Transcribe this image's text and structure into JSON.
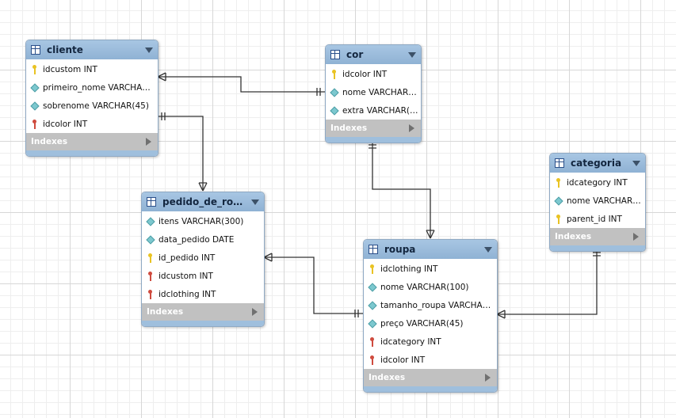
{
  "tables": [
    {
      "id": "cliente",
      "name": "cliente",
      "indexes_label": "Indexes",
      "columns": [
        {
          "key": "pk",
          "text": "idcustom INT"
        },
        {
          "key": "attr",
          "text": "primeiro_nome VARCHAR(4..."
        },
        {
          "key": "attr",
          "text": "sobrenome VARCHAR(45)"
        },
        {
          "key": "fk",
          "text": "idcolor INT"
        }
      ]
    },
    {
      "id": "cor",
      "name": "cor",
      "indexes_label": "Indexes",
      "columns": [
        {
          "key": "pk",
          "text": "idcolor INT"
        },
        {
          "key": "attr",
          "text": "nome VARCHAR(4..."
        },
        {
          "key": "attr",
          "text": "extra VARCHAR(45)"
        }
      ]
    },
    {
      "id": "categoria",
      "name": "categoria",
      "indexes_label": "Indexes",
      "columns": [
        {
          "key": "pk",
          "text": "idcategory INT"
        },
        {
          "key": "attr",
          "text": "nome VARCHAR(4..."
        },
        {
          "key": "pk",
          "text": "parent_id INT"
        }
      ]
    },
    {
      "id": "pedido_de_roupa",
      "name": "pedido_de_rou...",
      "indexes_label": "Indexes",
      "columns": [
        {
          "key": "attr",
          "text": "itens VARCHAR(300)"
        },
        {
          "key": "attr",
          "text": "data_pedido DATE"
        },
        {
          "key": "pk",
          "text": "id_pedido INT"
        },
        {
          "key": "fk",
          "text": "idcustom INT"
        },
        {
          "key": "fk",
          "text": "idclothing INT"
        }
      ]
    },
    {
      "id": "roupa",
      "name": "roupa",
      "indexes_label": "Indexes",
      "columns": [
        {
          "key": "pk",
          "text": "idclothing INT"
        },
        {
          "key": "attr",
          "text": "nome VARCHAR(100)"
        },
        {
          "key": "attr",
          "text": "tamanho_roupa VARCHAR(4..."
        },
        {
          "key": "attr",
          "text": "preço VARCHAR(45)"
        },
        {
          "key": "fk",
          "text": "idcategory INT"
        },
        {
          "key": "fk",
          "text": "idcolor INT"
        }
      ]
    }
  ],
  "relationships": [
    {
      "from": "cliente",
      "to": "cor",
      "from_end": "many",
      "to_end": "one"
    },
    {
      "from": "cliente",
      "to": "pedido_de_roupa",
      "from_end": "one",
      "to_end": "many"
    },
    {
      "from": "cor",
      "to": "roupa",
      "from_end": "one",
      "to_end": "many"
    },
    {
      "from": "pedido_de_roupa",
      "to": "roupa",
      "from_end": "many",
      "to_end": "one"
    },
    {
      "from": "roupa",
      "to": "categoria",
      "from_end": "many",
      "to_end": "one"
    }
  ],
  "colors": {
    "header": "#a8c6e3",
    "line": "#333333",
    "primary_key": "#e9c323",
    "foreign_key": "#cf4b3e",
    "attribute": "#7cc8cf",
    "indexes_bar": "#c1c1c1"
  }
}
